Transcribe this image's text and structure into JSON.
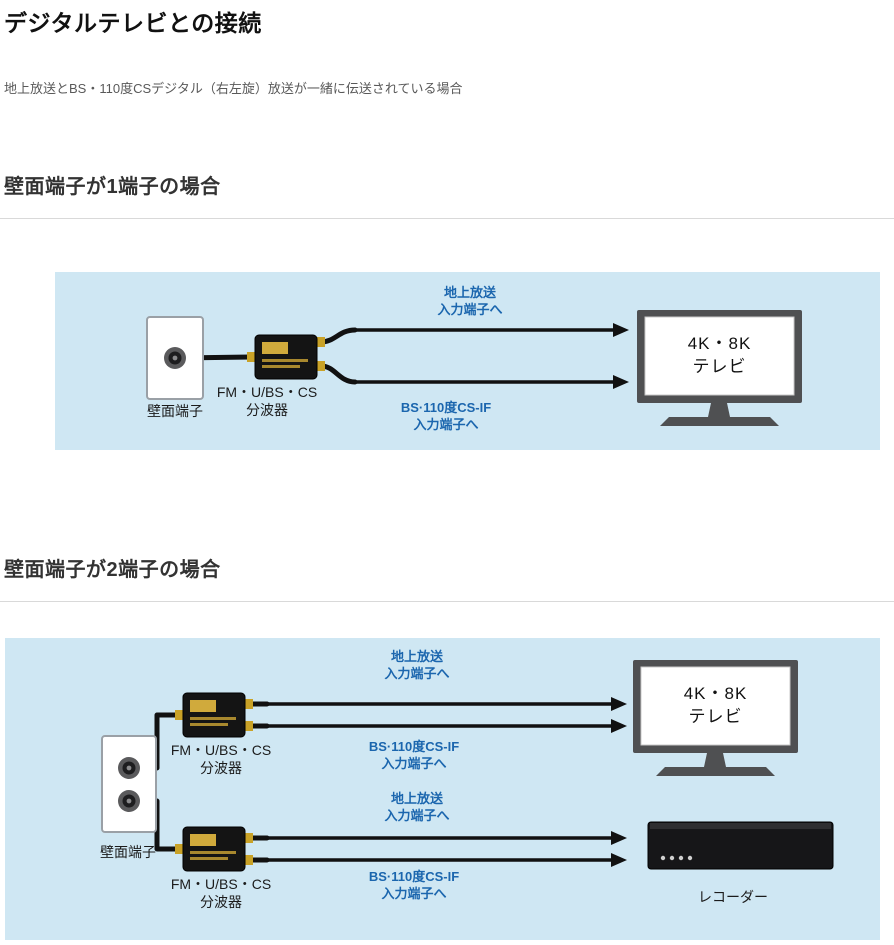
{
  "colors": {
    "diagram_bg": "#cfe7f3",
    "label_blue": "#1b66ae",
    "arrow_black": "#111111",
    "tv_frame_gray": "#4f5052",
    "splitter_gold": "#c9a227"
  },
  "header": {
    "title": "デジタルテレビとの接続",
    "subtitle": "地上放送とBS・110度CSデジタル（右左旋）放送が一緒に伝送されている場合"
  },
  "section_one_terminal": {
    "heading": "壁面端子が1端子の場合",
    "labels": {
      "wall_terminal": "壁面端子",
      "splitter": "FM・U/BS・CS\n分波器",
      "terrestrial_input": "地上放送\n入力端子へ",
      "bs_cs_input": "BS·110度CS-IF\n入力端子へ",
      "tv": "4K・8K\nテレビ"
    }
  },
  "section_two_terminals": {
    "heading": "壁面端子が2端子の場合",
    "labels": {
      "wall_terminal": "壁面端子",
      "splitter_top": "FM・U/BS・CS\n分波器",
      "splitter_bottom": "FM・U/BS・CS\n分波器",
      "tv_terrestrial_input": "地上放送\n入力端子へ",
      "tv_bs_cs_input": "BS·110度CS-IF\n入力端子へ",
      "recorder_terrestrial_input": "地上放送\n入力端子へ",
      "recorder_bs_cs_input": "BS·110度CS-IF\n入力端子へ",
      "tv": "4K・8K\nテレビ",
      "recorder": "レコーダー"
    }
  }
}
